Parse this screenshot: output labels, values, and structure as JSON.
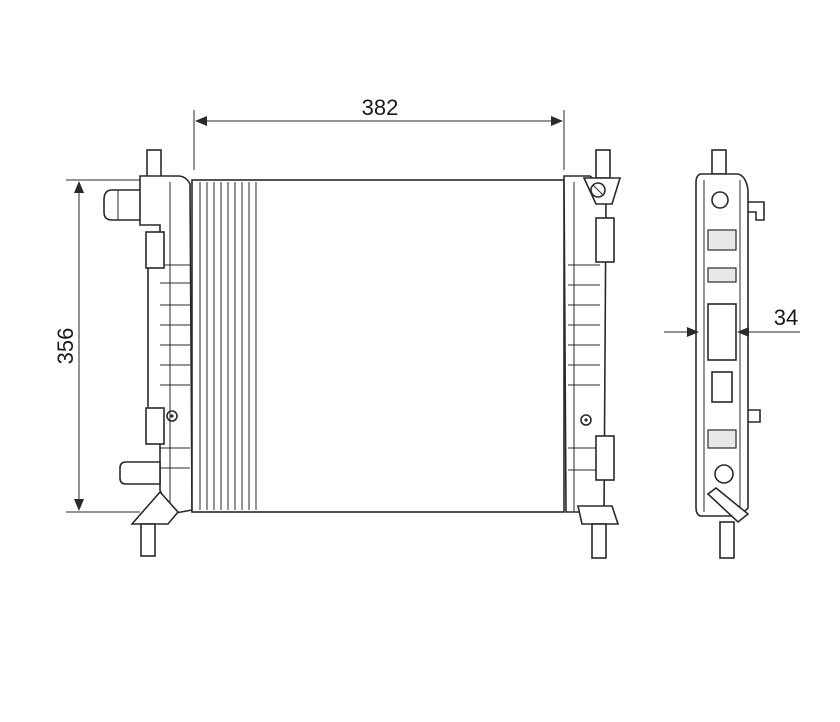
{
  "dimensions": {
    "width": "382",
    "height": "356",
    "depth": "34"
  }
}
